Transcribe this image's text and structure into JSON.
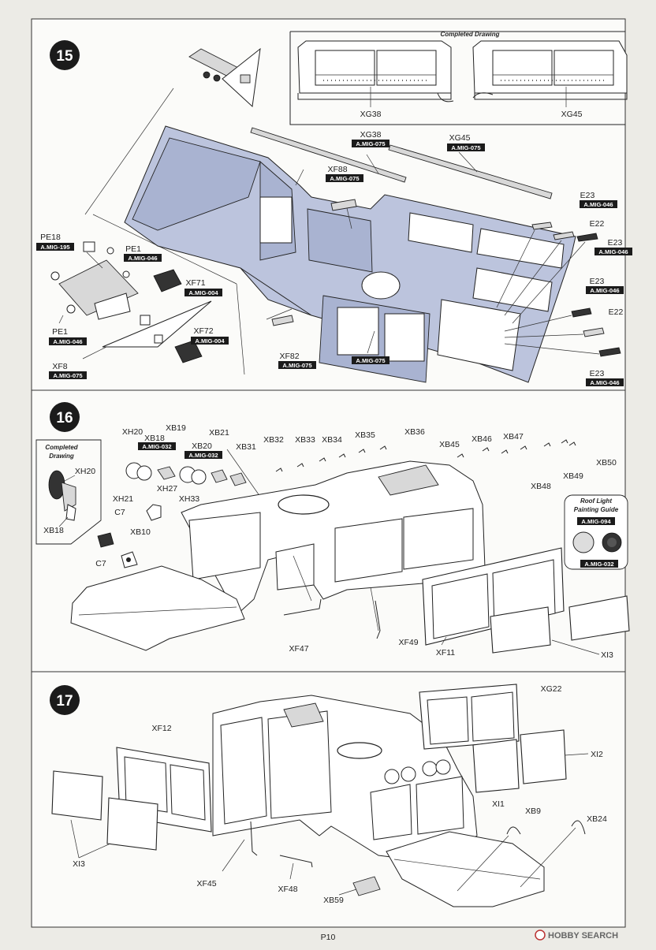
{
  "steps": [
    {
      "number": "15",
      "completed_label": "Completed Drawing",
      "labels": {
        "xg38_top": "XG38",
        "xg45_top": "XG45",
        "xg38": "XG38",
        "xg45": "XG45",
        "xf88": "XF88",
        "e23_a": "E23",
        "e22_a": "E22",
        "e23_b": "E23",
        "e23_c": "E23",
        "e22_b": "E22",
        "e23_d": "E23",
        "pe18": "PE18",
        "pe1_a": "PE1",
        "xf71": "XF71",
        "xf72": "XF72",
        "pe1_b": "PE1",
        "xf8": "XF8",
        "xf82": "XF82"
      },
      "paints": {
        "xg38": "A.MIG-075",
        "xg45": "A.MIG-075",
        "xf88": "A.MIG-075",
        "e23_a": "A.MIG-046",
        "e23_b": "A.MIG-046",
        "e23_c": "A.MIG-046",
        "e23_d": "A.MIG-046",
        "pe18": "A.MIG-195",
        "pe1_a": "A.MIG-046",
        "xf71": "A.MIG-004",
        "xf72": "A.MIG-004",
        "pe1_b": "A.MIG-046",
        "xf8": "A.MIG-075",
        "xf82": "A.MIG-075",
        "hull": "A.MIG-075"
      }
    },
    {
      "number": "16",
      "completed_label_1": "Completed",
      "completed_label_2": "Drawing",
      "guide_title_1": "Roof Light",
      "guide_title_2": "Painting Guide",
      "labels": {
        "xh20": "XH20",
        "xb18": "XB18",
        "xb19": "XB19",
        "xb20": "XB20",
        "xb21": "XB21",
        "xb31": "XB31",
        "xb32": "XB32",
        "xb33": "XB33",
        "xb34": "XB34",
        "xb35": "XB35",
        "xb36": "XB36",
        "xb45": "XB45",
        "xb46": "XB46",
        "xb47": "XB47",
        "xb48": "XB48",
        "xb49": "XB49",
        "xb50": "XB50",
        "xh21": "XH21",
        "xh27": "XH27",
        "xh33": "XH33",
        "c7_a": "C7",
        "xb10": "XB10",
        "c7_b": "C7",
        "xf47": "XF47",
        "xf49": "XF49",
        "xf11": "XF11",
        "xi3": "XI3",
        "inset_xh20": "XH20",
        "inset_xb18": "XB18"
      },
      "paints": {
        "xb18": "A.MIG-032",
        "xb20": "A.MIG-032",
        "guide_a": "A.MIG-094",
        "guide_b": "A.MIG-032"
      }
    },
    {
      "number": "17",
      "labels": {
        "xf12": "XF12",
        "xg22": "XG22",
        "xi2": "XI2",
        "xi1": "XI1",
        "xb9": "XB9",
        "xb24": "XB24",
        "xi3": "XI3",
        "xf45": "XF45",
        "xf48": "XF48",
        "xb59": "XB59"
      }
    }
  ],
  "footer": {
    "page": "P10",
    "watermark": "HOBBY SEARCH"
  },
  "colors": {
    "paint_tag": "#1b1b1b",
    "hull_fill": "#bcc4dd",
    "step_circle": "#1b1b1b"
  }
}
